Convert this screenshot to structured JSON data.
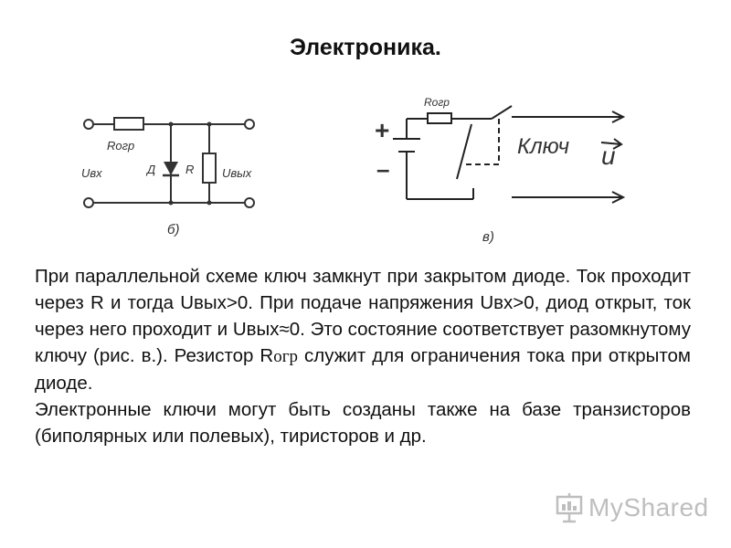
{
  "title": "Электроника.",
  "diagram_b": {
    "resistor_label": "Rогр",
    "input_label": "Uвх",
    "diode_label": "Д",
    "resistor2_label": "R",
    "output_label": "Uвых",
    "caption": "б)"
  },
  "diagram_v": {
    "resistor_label": "Rогр",
    "plus": "+",
    "minus": "–",
    "key_label": "Ключ",
    "u_label": "u",
    "caption": "в)"
  },
  "body": {
    "p1_a": "При параллельной схеме  ключ замкнут при закрытом диоде. Ток проходит через R и тогда Uвых>0. При подаче напряжения Uвх>0, диод открыт, ток через него проходит и Uвых≈0. Это состояние соответствует разомкнутому ключу (рис. в.). Резистор R",
    "p1_sub": "огр",
    "p1_b": " служит для ограничения тока при открытом диоде.",
    "p2": "Электронные ключи могут быть созданы также на базе транзисторов (биполярных или полевых), тиристоров и др."
  },
  "watermark": "MyShared"
}
